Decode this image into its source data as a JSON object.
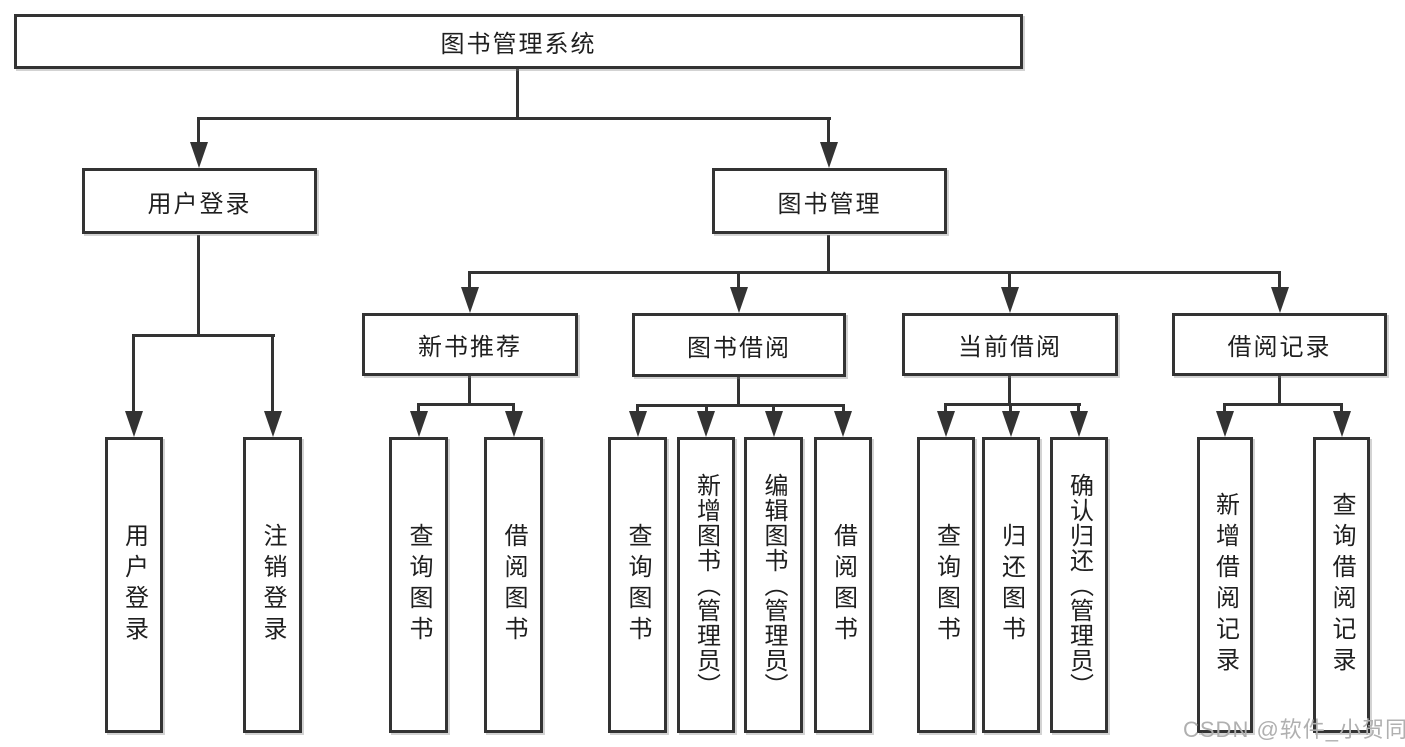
{
  "diagram": {
    "root": {
      "label": "图书管理系统"
    },
    "branches": [
      {
        "label": "用户登录",
        "children": [
          {
            "label": "用户登录"
          },
          {
            "label": "注销登录"
          }
        ]
      },
      {
        "label": "图书管理",
        "sections": [
          {
            "label": "新书推荐",
            "children": [
              {
                "label": "查询图书"
              },
              {
                "label": "借阅图书"
              }
            ]
          },
          {
            "label": "图书借阅",
            "children": [
              {
                "label": "查询图书"
              },
              {
                "label": "新增图书（管理员）"
              },
              {
                "label": "编辑图书（管理员）"
              },
              {
                "label": "借阅图书"
              }
            ]
          },
          {
            "label": "当前借阅",
            "children": [
              {
                "label": "查询图书"
              },
              {
                "label": "归还图书"
              },
              {
                "label": "确认归还（管理员）"
              }
            ]
          },
          {
            "label": "借阅记录",
            "children": [
              {
                "label": "新增借阅记录"
              },
              {
                "label": "查询借阅记录"
              }
            ]
          }
        ]
      }
    ]
  },
  "watermark": {
    "text": "CSDN @软件_小贺同学"
  },
  "colors": {
    "line": "#333333",
    "box_border": "#333333",
    "text": "#1f1f1f",
    "watermark": "#b0b0b0",
    "background": "#ffffff"
  }
}
